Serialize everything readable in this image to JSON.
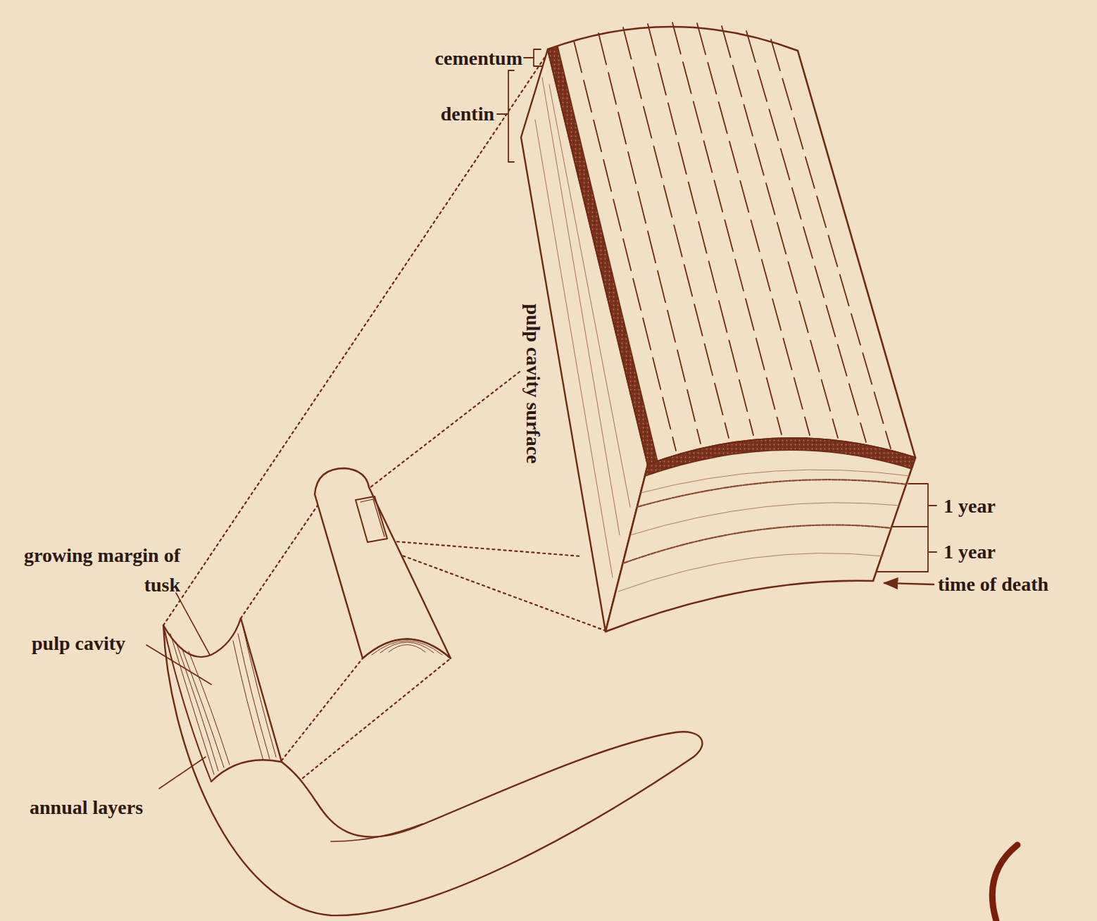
{
  "diagram": {
    "labels": [
      "cementum",
      "dentin",
      "pulp cavity surface",
      "growing margin of tusk",
      "1 year",
      "1 year",
      "time of death",
      "pulp cavity",
      "annual layers"
    ]
  }
}
